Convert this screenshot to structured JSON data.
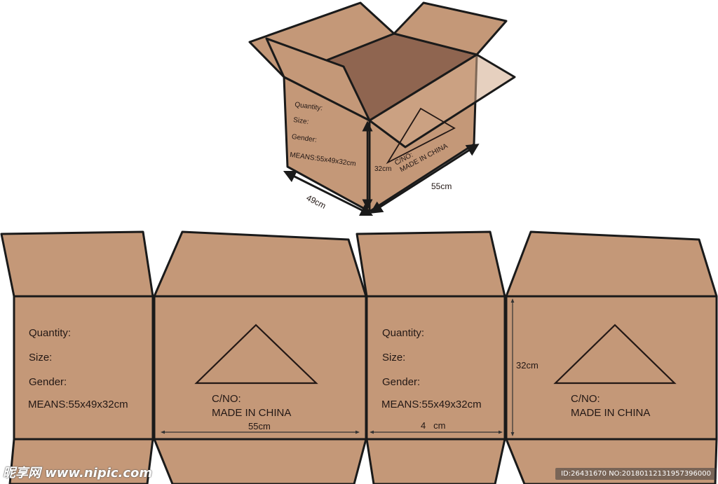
{
  "colors": {
    "cardboard": "#c49878",
    "cardboard_light": "#c9a17f",
    "cardboard_dark": "#8f6550",
    "outline": "#1a1a1a"
  },
  "box_3d": {
    "label_quantity": "Quantity:",
    "label_size": "Size:",
    "label_gender": "Gender:",
    "label_means": "MEANS:55x49x32cm",
    "label_cno": "C/NO:",
    "label_made": "MADE  IN CHINA",
    "dim_depth": "49cm",
    "dim_width": "55cm",
    "dim_height": "32cm"
  },
  "dieline": {
    "panel1": {
      "quantity": "Quantity:",
      "size": "Size:",
      "gender": "Gender:",
      "means": "MEANS:55x49x32cm"
    },
    "panel2": {
      "cno": "C/NO:",
      "made": "MADE  IN CHINA",
      "dim": "55cm"
    },
    "panel3": {
      "quantity": "Quantity:",
      "size": "Size:",
      "gender": "Gender:",
      "means": "MEANS:55x49x32cm",
      "dim": "4   cm"
    },
    "panel4": {
      "cno": "C/NO:",
      "made": "MADE  IN CHINA",
      "dim_height": "32cm"
    }
  },
  "watermark": {
    "site": "昵享网 www.nipic.com",
    "id_text": "ID:26431670 NO:20180112131957396000"
  }
}
